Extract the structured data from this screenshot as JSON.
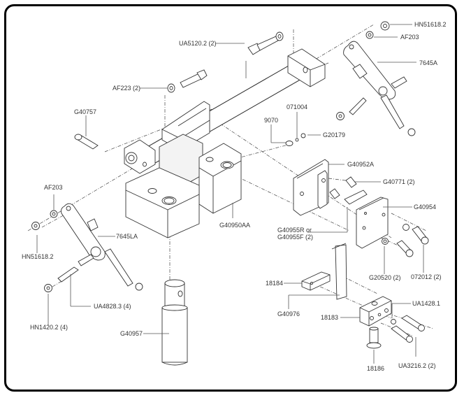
{
  "diagram": {
    "type": "exploded-parts-diagram",
    "callouts": [
      {
        "id": "ua5120",
        "label": "UA5120.2 (2)"
      },
      {
        "id": "af223",
        "label": "AF223 (2)"
      },
      {
        "id": "g40757",
        "label": "G40757"
      },
      {
        "id": "hn51618-right",
        "label": "HN51618.2"
      },
      {
        "id": "af203-right",
        "label": "AF203"
      },
      {
        "id": "p7645a",
        "label": "7645A"
      },
      {
        "id": "p071004",
        "label": "071004"
      },
      {
        "id": "p9070",
        "label": "9070"
      },
      {
        "id": "g20179",
        "label": "G20179"
      },
      {
        "id": "g40952a",
        "label": "G40952A"
      },
      {
        "id": "g40771",
        "label": "G40771 (2)"
      },
      {
        "id": "g40954",
        "label": "G40954"
      },
      {
        "id": "g40955-line1",
        "label": "G40955R or"
      },
      {
        "id": "g40955-line2",
        "label": "G40955F (2)"
      },
      {
        "id": "g40950aa",
        "label": "G40950AA"
      },
      {
        "id": "af203-left",
        "label": "AF203"
      },
      {
        "id": "p7645la",
        "label": "7645LA"
      },
      {
        "id": "hn51618-left",
        "label": "HN51618.2"
      },
      {
        "id": "ua4828",
        "label": "UA4828.3 (4)"
      },
      {
        "id": "hn1420",
        "label": "HN1420.2 (4)"
      },
      {
        "id": "g40957",
        "label": "G40957"
      },
      {
        "id": "g20520",
        "label": "G20520 (2)"
      },
      {
        "id": "p072012",
        "label": "072012 (2)"
      },
      {
        "id": "p18184",
        "label": "18184"
      },
      {
        "id": "g40976",
        "label": "G40976"
      },
      {
        "id": "p18183",
        "label": "18183"
      },
      {
        "id": "ua1428",
        "label": "UA1428.1"
      },
      {
        "id": "p18186",
        "label": "18186"
      },
      {
        "id": "ua3216",
        "label": "UA3216.2 (2)"
      }
    ]
  }
}
